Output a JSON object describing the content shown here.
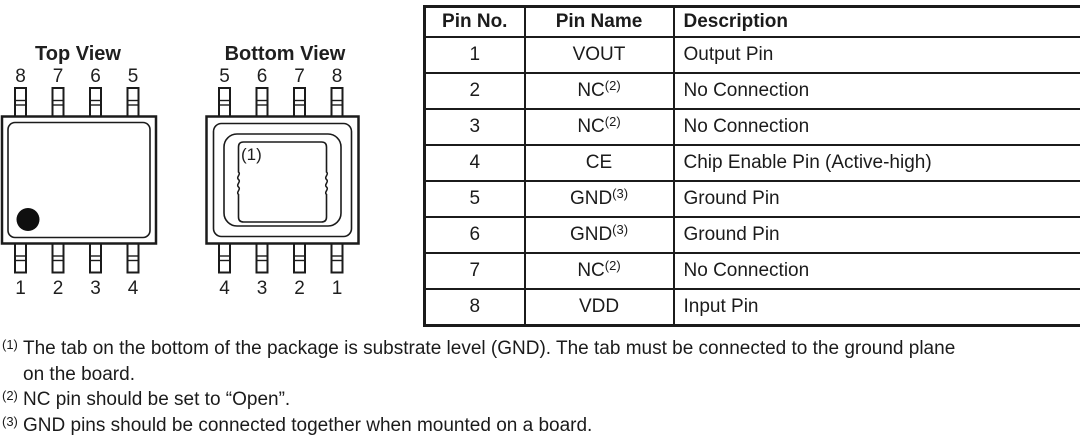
{
  "diagram": {
    "top_view": {
      "title": "Top View",
      "top_pin_labels": [
        "8",
        "7",
        "6",
        "5"
      ],
      "bottom_pin_labels": [
        "1",
        "2",
        "3",
        "4"
      ]
    },
    "bottom_view": {
      "title": "Bottom View",
      "top_pin_labels": [
        "5",
        "6",
        "7",
        "8"
      ],
      "bottom_pin_labels": [
        "4",
        "3",
        "2",
        "1"
      ],
      "tab_note_marker": "(1)"
    }
  },
  "table": {
    "headers": [
      "Pin No.",
      "Pin Name",
      "Description"
    ],
    "rows": [
      {
        "no": "1",
        "name": "VOUT",
        "sup": "",
        "desc": "Output Pin"
      },
      {
        "no": "2",
        "name": "NC",
        "sup": "(2)",
        "desc": "No Connection"
      },
      {
        "no": "3",
        "name": "NC",
        "sup": "(2)",
        "desc": "No Connection"
      },
      {
        "no": "4",
        "name": "CE",
        "sup": "",
        "desc": "Chip Enable Pin (Active-high)"
      },
      {
        "no": "5",
        "name": "GND",
        "sup": "(3)",
        "desc": "Ground Pin"
      },
      {
        "no": "6",
        "name": "GND",
        "sup": "(3)",
        "desc": "Ground Pin"
      },
      {
        "no": "7",
        "name": "NC",
        "sup": "(2)",
        "desc": "No Connection"
      },
      {
        "no": "8",
        "name": "VDD",
        "sup": "",
        "desc": "Input Pin"
      }
    ]
  },
  "footnotes": [
    {
      "marker": "(1)",
      "line1": "The tab on the bottom of the package is substrate level (GND). The tab must be connected to the ground plane",
      "line2": "on the board."
    },
    {
      "marker": "(2)",
      "line1": "NC pin should be set to “Open”.",
      "line2": ""
    },
    {
      "marker": "(3)",
      "line1": "GND pins should be connected together when mounted on a board.",
      "line2": ""
    }
  ],
  "colors": {
    "ink": "#1b1b1b",
    "background": "#ffffff"
  }
}
